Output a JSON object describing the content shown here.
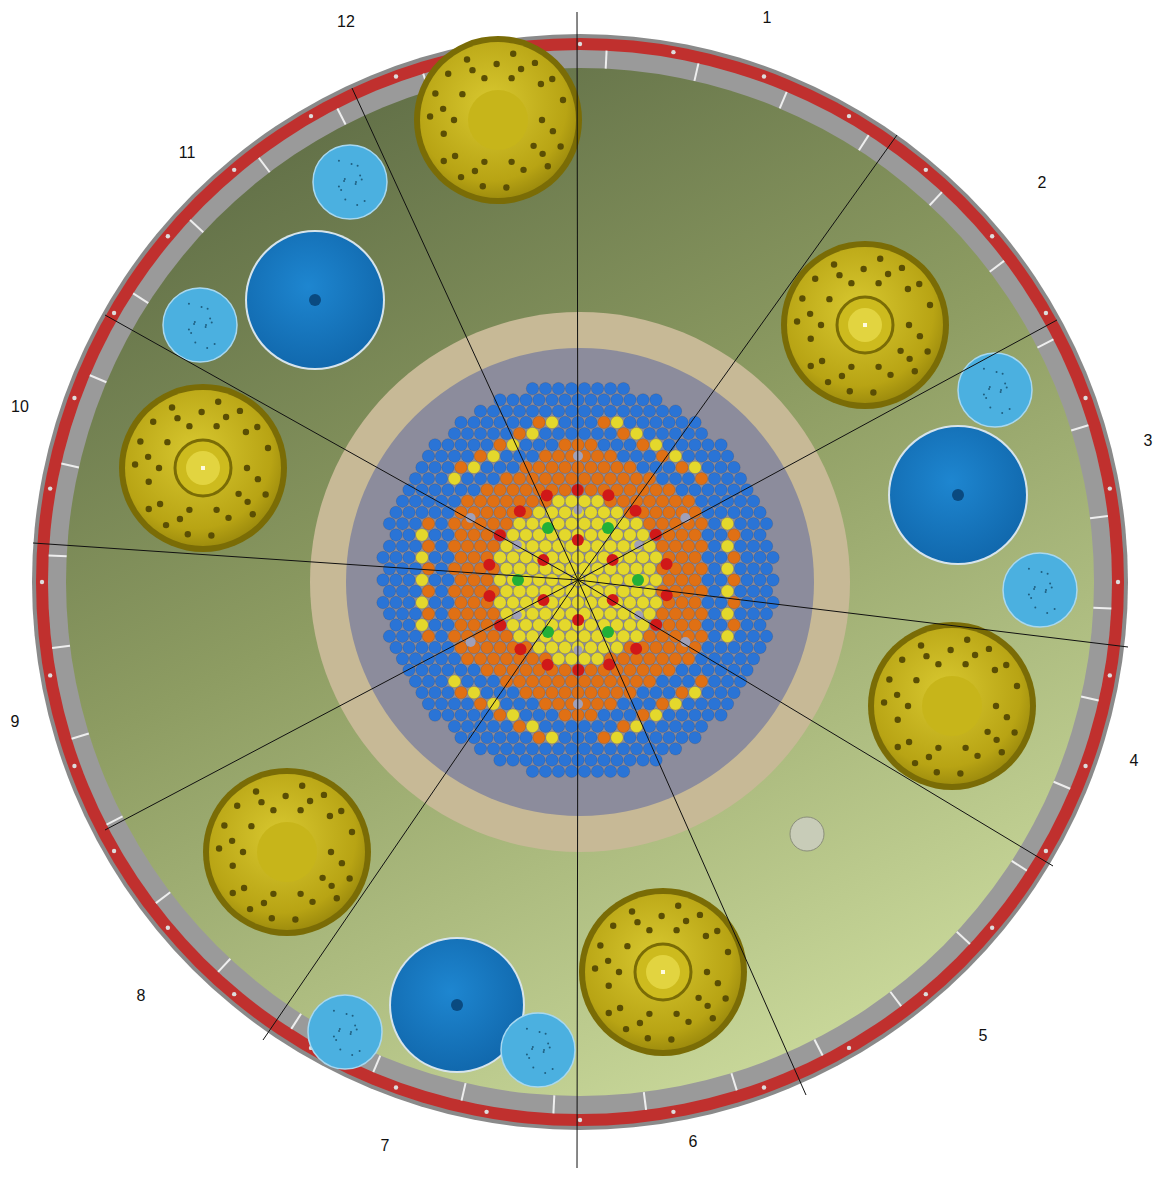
{
  "diagram": {
    "labels": [
      "12",
      "1",
      "11",
      "2",
      "10",
      "3",
      "9",
      "4",
      "8",
      "5",
      "7",
      "6"
    ]
  }
}
